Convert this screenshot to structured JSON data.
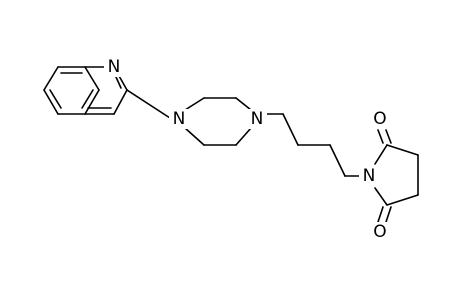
{
  "molecule": {
    "atoms": {
      "quinoline_n": "N",
      "piperazine_n_left": "N",
      "piperazine_n_right": "N",
      "imide_n": "N",
      "carbonyl_o_top": "O",
      "carbonyl_o_bottom": "O"
    }
  },
  "colors": {
    "bond": "#000000",
    "label": "#000000",
    "background": "#ffffff"
  }
}
